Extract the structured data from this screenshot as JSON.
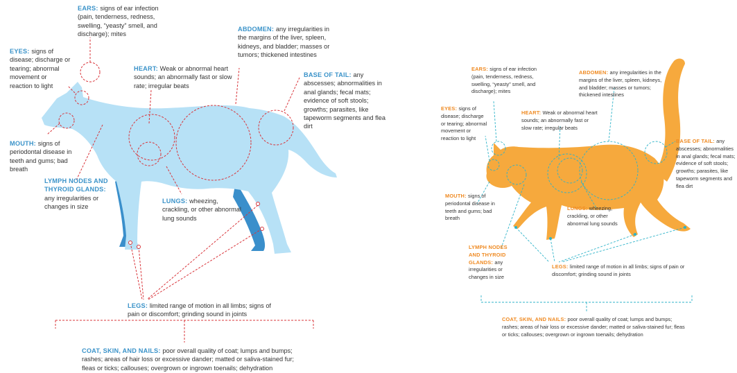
{
  "colors": {
    "dog_body": "#b7e1f6",
    "dog_leg": "#3a8fcb",
    "dog_head": "#3b93c9",
    "cat_body": "#f6a93d",
    "cat_head": "#ef8a22",
    "dog_line": "#d9343a",
    "cat_line": "#2db3c9"
  },
  "dog": {
    "ears": {
      "title": "EARS:",
      "text": "signs of ear infection (pain, tenderness, redness, swelling, “yeasty” smell, and discharge); mites"
    },
    "eyes": {
      "title": "EYES:",
      "text": "signs of disease; discharge or tearing; abnormal movement or reaction to light"
    },
    "mouth": {
      "title": "MOUTH:",
      "text": "signs of periodontal disease in teeth and gums; bad breath"
    },
    "lymph": {
      "title": "LYMPH NODES AND THYROID GLANDS:",
      "text": "any irregularities or changes in size"
    },
    "heart": {
      "title": "HEART:",
      "text": "Weak or abnormal heart sounds; an abnormally fast or slow rate; irregular beats"
    },
    "abdomen": {
      "title": "ABDOMEN:",
      "text": "any irregularities in the margins of the liver, spleen, kidneys, and bladder; masses or tumors; thickened intestines"
    },
    "tail": {
      "title": "BASE OF TAIL:",
      "text": "any abscesses; abnormalities in anal glands; fecal mats; evidence of soft stools; growths; parasites, like tapeworm segments and flea dirt"
    },
    "lungs": {
      "title": "LUNGS:",
      "text": "wheezing, crackling, or other abnormal lung sounds"
    },
    "legs": {
      "title": "LEGS:",
      "text": "limited range of motion in all limbs; signs of pain or discomfort; grinding sound in joints"
    },
    "coat": {
      "title": "COAT, SKIN, AND NAILS:",
      "text": "poor overall quality of coat; lumps and bumps; rashes; areas of hair loss or excessive dander; matted or saliva-stained fur; fleas or ticks; callouses; overgrown or ingrown toenails; dehydration"
    }
  },
  "cat": {
    "ears": {
      "title": "EARS:",
      "text": "signs of ear infection (pain, tenderness, redness, swelling, “yeasty” smell, and discharge); mites"
    },
    "eyes": {
      "title": "EYES:",
      "text": "signs of disease; discharge or tearing; abnormal movement or reaction to light"
    },
    "heart": {
      "title": "HEART:",
      "text": "Weak or abnormal heart sounds; an abnormally fast or slow rate; irregular beats"
    },
    "abdomen": {
      "title": "ABDOMEN:",
      "text": "any irregularities in the margins of the liver, spleen, kidneys, and bladder; masses or tumors; thickened intestines"
    },
    "tail": {
      "title": "BASE OF TAIL:",
      "text": "any abscesses; abnormalities in anal glands; fecal mats; evidence of soft stools; growths; parasites, like tapeworm segments and flea dirt"
    },
    "mouth": {
      "title": "MOUTH:",
      "text": "signs of periodontal disease in teeth and gums; bad breath"
    },
    "lungs": {
      "title": "LUNGS:",
      "text": "wheezing, crackling, or other abnormal lung sounds"
    },
    "lymph": {
      "title": "LYMPH NODES AND THYROID GLANDS:",
      "text": "any irregularities or changes in size"
    },
    "legs": {
      "title": "LEGS:",
      "text": "limited range of motion in all limbs; signs of pain or discomfort; grinding sound in joints"
    },
    "coat": {
      "title": "COAT, SKIN, AND NAILS:",
      "text": "poor overall quality of coat; lumps and bumps; rashes; areas of hair loss or excessive dander; matted or saliva-stained fur; fleas or ticks; callouses; overgrown or ingrown toenails; dehydration"
    }
  }
}
